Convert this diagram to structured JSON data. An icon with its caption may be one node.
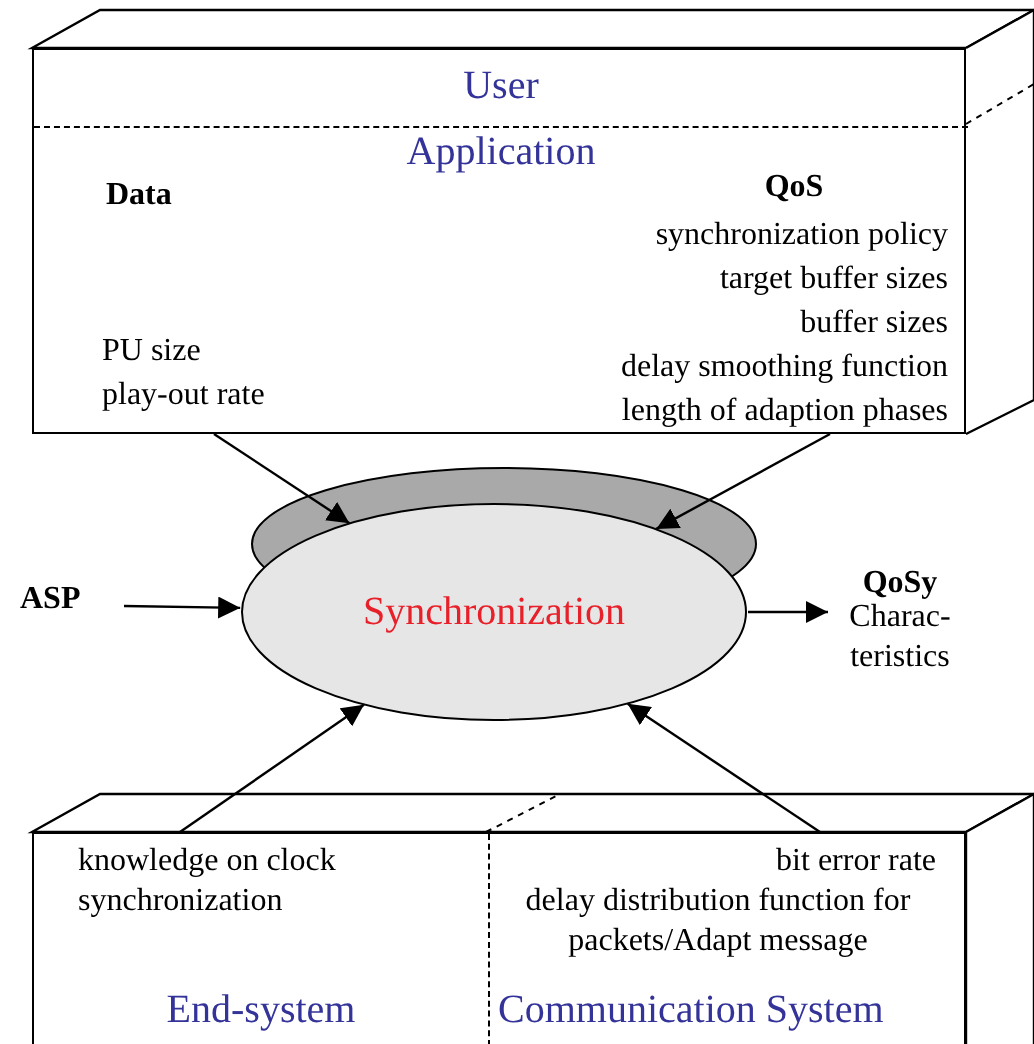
{
  "diagram": {
    "nodes": [
      {
        "text": [
          "User"
        ]
      },
      {
        "text": [
          "Application",
          "Data",
          "QoS",
          "synchronization policy",
          "target buffer sizes",
          "buffer sizes",
          "delay smoothing function",
          "length of adaption phases",
          "PU size",
          "play-out rate"
        ],
        "in": 0
      },
      {
        "text": [
          "Synchronization"
        ]
      },
      {
        "text": [
          "ASP"
        ]
      },
      {
        "text": [
          "QoSy",
          "Charac- teristics"
        ]
      },
      {
        "text": [],
        "shape": "box"
      },
      {
        "text": [
          "knowledge on clock synchronization",
          "End-system"
        ],
        "in": 5
      },
      {
        "text": [
          "bit error rate",
          "delay distribution function for packets/Adapt message",
          "Communication System"
        ],
        "in": 5
      }
    ],
    "edges": [
      {
        "from": 1,
        "to": 2,
        "arrow": "to"
      },
      {
        "from": 1,
        "to": 2,
        "arrow": "to"
      },
      {
        "from": 3,
        "to": 2,
        "arrow": "to"
      },
      {
        "from": 2,
        "to": 4,
        "arrow": "to"
      },
      {
        "from": 6,
        "to": 2,
        "arrow": "to"
      },
      {
        "from": 7,
        "to": 2,
        "arrow": "to"
      }
    ]
  }
}
